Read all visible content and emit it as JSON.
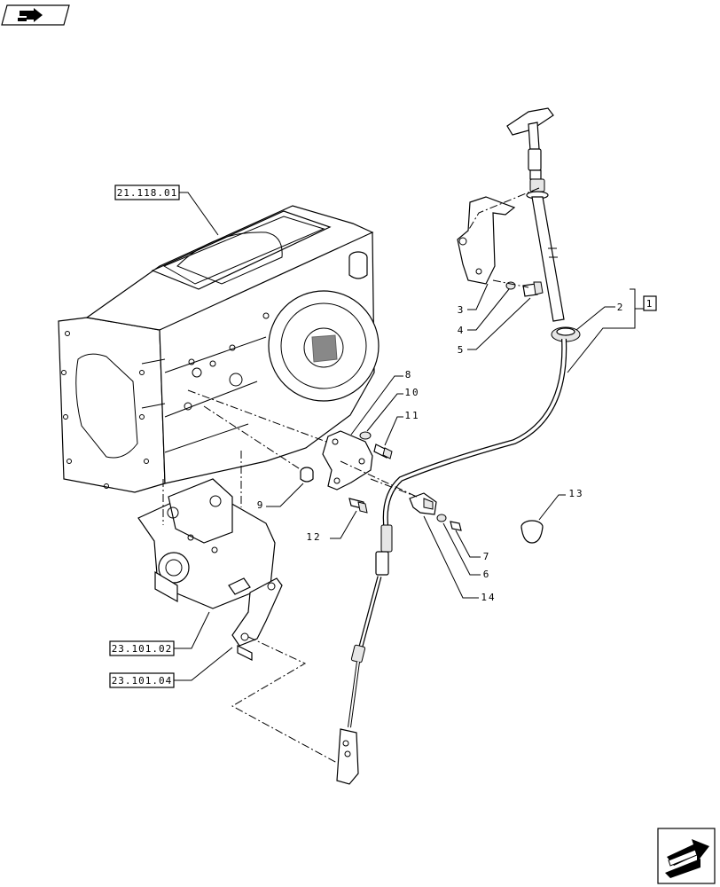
{
  "nav": {
    "top_icon": "navigation-arrow-icon",
    "bottom_icon": "next-page-arrow-icon"
  },
  "references": {
    "r1": "21.118.01",
    "r2": "23.101.02",
    "r3": "23.101.04"
  },
  "callouts": {
    "c1": "1",
    "c2": "2",
    "c3": "3",
    "c4": "4",
    "c5": "5",
    "c6": "6",
    "c7": "7",
    "c8": "8",
    "c9": "9",
    "c10": "10",
    "c11": "11",
    "c12": "12",
    "c13": "13",
    "c14": "14"
  },
  "colors": {
    "ink": "#000000",
    "paper": "#ffffff",
    "shade": "#e6e6e6"
  }
}
